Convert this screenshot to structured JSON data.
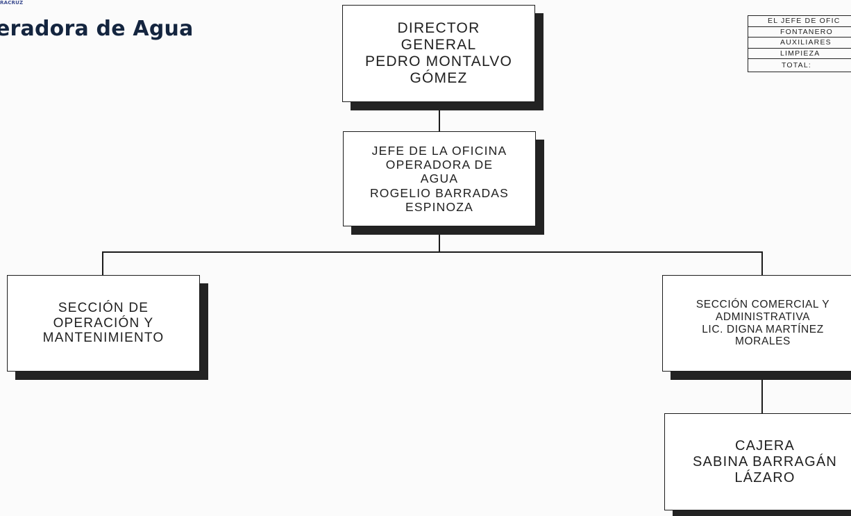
{
  "header": {
    "brand": "RACRUZ",
    "title": "eradora de Agua"
  },
  "staff_table": {
    "rows": [
      "EL JEFE DE OFIC",
      "FONTANERO",
      "AUXILIARES",
      "LIMPIEZA"
    ],
    "total_label": "TOTAL:"
  },
  "org_chart": {
    "director": [
      "DIRECTOR",
      "GENERAL",
      "PEDRO MONTALVO",
      "GÓMEZ"
    ],
    "jefe_oficina": [
      "JEFE DE LA OFICINA",
      "OPERADORA DE",
      "AGUA",
      "ROGELIO BARRADAS",
      "ESPINOZA"
    ],
    "seccion_operacion": [
      "SECCIÓN DE",
      "OPERACIÓN Y",
      "MANTENIMIENTO"
    ],
    "seccion_comercial": [
      "SECCIÓN COMERCIAL Y",
      "ADMINISTRATIVA",
      "LIC. DIGNA MARTÍNEZ",
      "MORALES"
    ],
    "cajera": [
      "CAJERA",
      "SABINA BARRAGÁN",
      "LÁZARO"
    ]
  }
}
